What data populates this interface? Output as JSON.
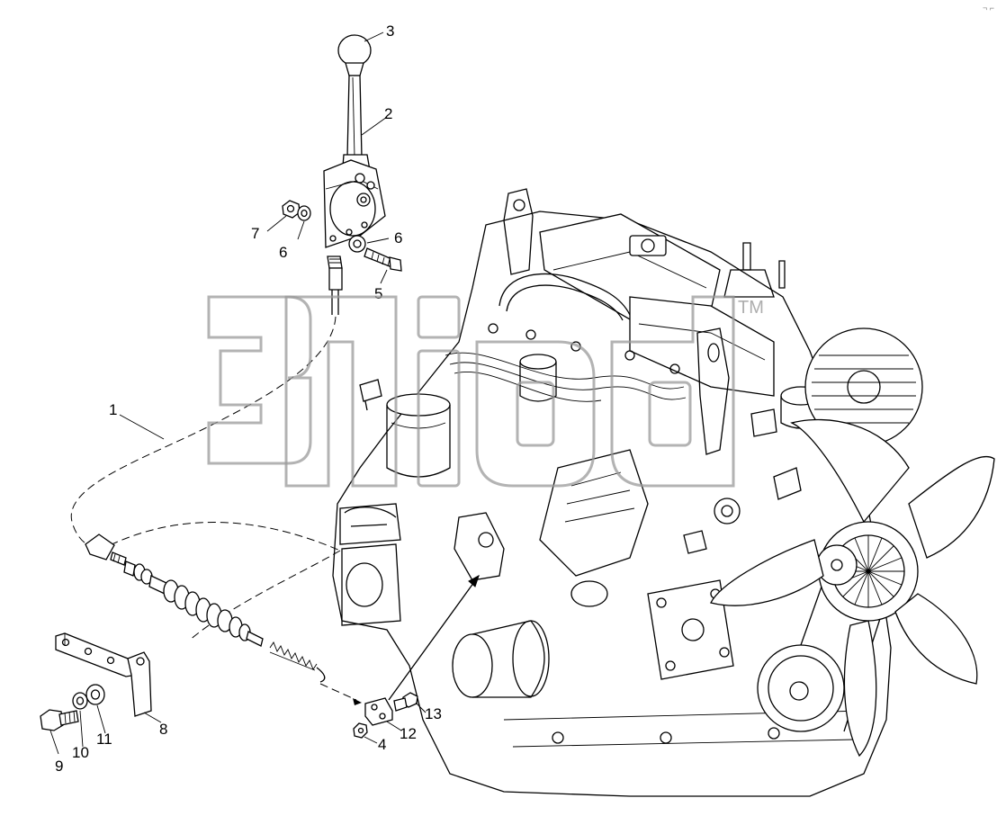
{
  "watermark": {
    "trademark": "TM"
  },
  "corner_mark": "¬ ⌐",
  "labels": {
    "p1": "1",
    "p2": "2",
    "p3": "3",
    "p4": "4",
    "p5": "5",
    "p6a": "6",
    "p6b": "6",
    "p7": "7",
    "p8": "8",
    "p9": "9",
    "p10": "10",
    "p11": "11",
    "p12": "12",
    "p13": "13"
  }
}
